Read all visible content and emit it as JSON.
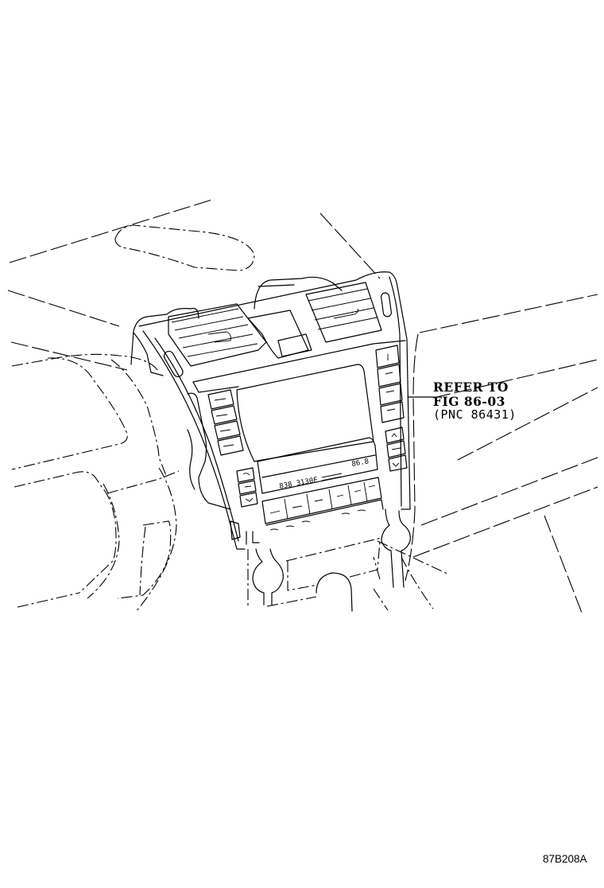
{
  "diagram": {
    "subject": "Center cluster / navigation display & climate control panel",
    "callout": {
      "line1": "REFER TO",
      "line2": "FIG 86-03",
      "line3": "(PNC 86431)"
    },
    "display": {
      "temp_right": "86.8",
      "temp_left": "838 3130F"
    },
    "reference_code": "87B208A",
    "colors": {
      "line": "#000000",
      "background": "#ffffff"
    }
  }
}
